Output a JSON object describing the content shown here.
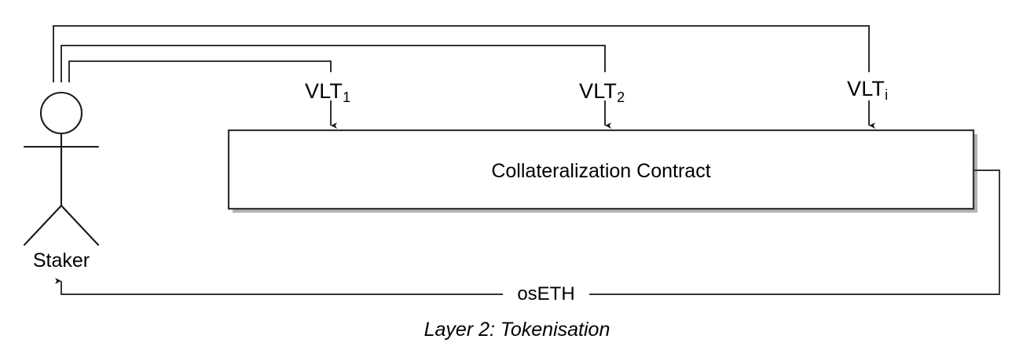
{
  "diagram": {
    "caption": "Layer 2: Tokenisation",
    "actor": {
      "label": "Staker",
      "icon": "stick-figure-person-icon"
    },
    "contract": {
      "label": "Collateralization Contract"
    },
    "vaults": [
      {
        "name": "VLT",
        "subscript": "1"
      },
      {
        "name": "VLT",
        "subscript": "2"
      },
      {
        "name": "VLT",
        "subscript": "i"
      }
    ],
    "return_flow": {
      "label": "osETH"
    },
    "colors": {
      "stroke": "#1a1a1a",
      "box_stroke": "#333333",
      "shadow": "#b3b3b3",
      "text": "#000000",
      "background": "#ffffff"
    }
  }
}
